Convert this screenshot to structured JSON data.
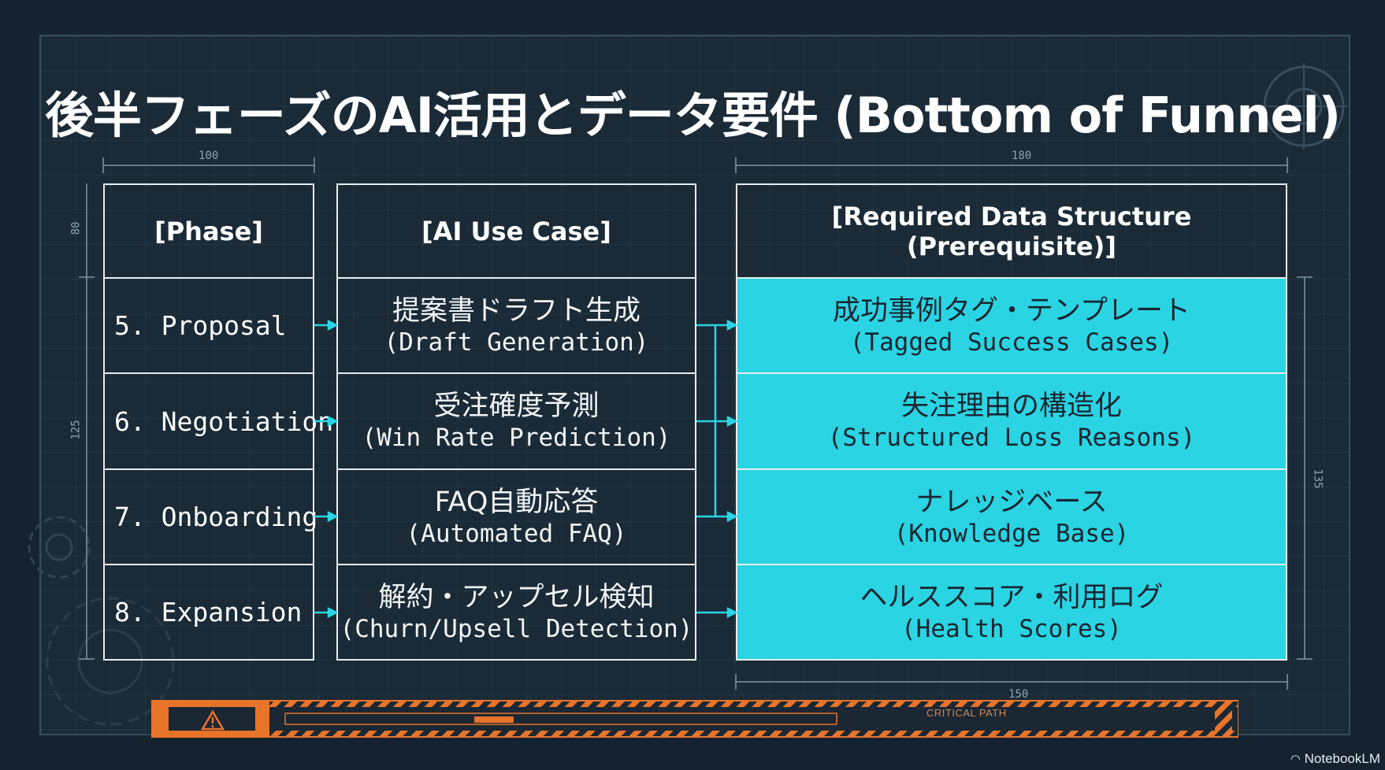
{
  "title": "後半フェーズのAI活用とデータ要件 (Bottom of Funnel)",
  "dimensions": {
    "phase_width": "100",
    "data_width_top": "180",
    "header_height": "80",
    "rows_height": "125",
    "right_height": "135",
    "data_width_bottom": "150"
  },
  "headers": {
    "phase": "[Phase]",
    "use_case": "[AI Use Case]",
    "data": "[Required Data Structure (Prerequisite)]"
  },
  "rows": [
    {
      "phase": "5. Proposal",
      "use_case_jp": "提案書ドラフト生成",
      "use_case_en": "(Draft Generation)",
      "data_jp": "成功事例タグ・テンプレート",
      "data_en": "(Tagged Success Cases)"
    },
    {
      "phase": "6. Negotiation",
      "use_case_jp": "受注確度予測",
      "use_case_en": "(Win Rate Prediction)",
      "data_jp": "失注理由の構造化",
      "data_en": "(Structured Loss Reasons)"
    },
    {
      "phase": "7. Onboarding",
      "use_case_jp": "FAQ自動応答",
      "use_case_en": "(Automated FAQ)",
      "data_jp": "ナレッジベース",
      "data_en": "(Knowledge Base)"
    },
    {
      "phase": "8. Expansion",
      "use_case_jp": "解約・アップセル検知",
      "use_case_en": "(Churn/Upsell Detection)",
      "data_jp": "ヘルススコア・利用ログ",
      "data_en": "(Health Scores)"
    }
  ],
  "critical_path_label": "CRITICAL PATH",
  "watermark": "NotebookLM",
  "colors": {
    "accent": "#2ad4e3",
    "background": "#15222f",
    "warning": "#e8742a"
  },
  "icons": {
    "warning": "warning-triangle-icon",
    "watermark": "notebooklm-logo-icon"
  }
}
